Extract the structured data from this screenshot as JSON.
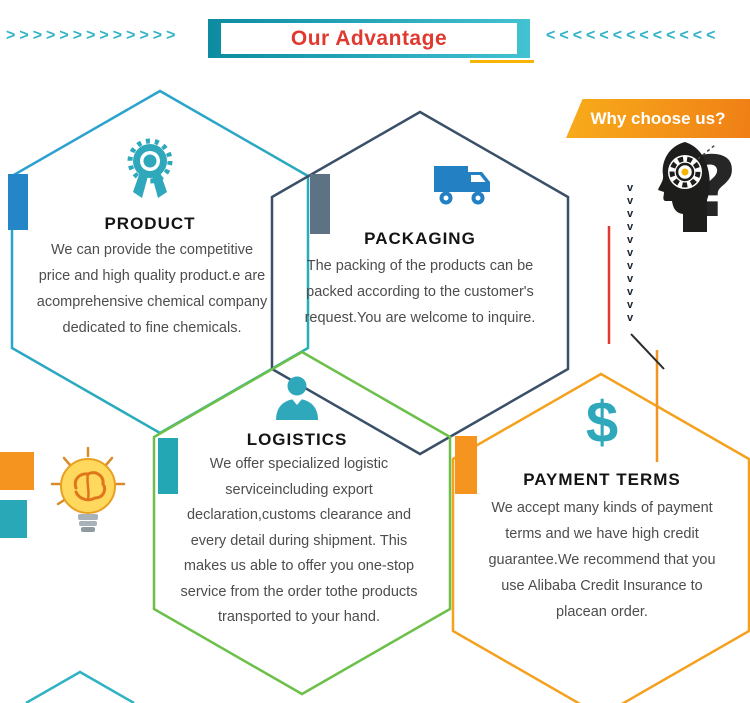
{
  "banner": {
    "title": "Our Advantage",
    "left_arrows": ">>>>>>>>>>>>>",
    "right_arrows": "<<<<<<<<<<<<<"
  },
  "why_choose_us": "Why choose us?",
  "sections": {
    "product": {
      "title": "PRODUCT",
      "body": "We can provide the competitive\nprice and high quality product.e are\nacomprehensive chemical company\ndedicated to fine chemicals.",
      "icon": "medal-icon"
    },
    "packaging": {
      "title": "PACKAGING",
      "body": "The packing of the products can be\npacked according to the customer's\nrequest.You are welcome to inquire.",
      "icon": "truck-icon"
    },
    "logistics": {
      "title": "LOGISTICS",
      "body": "We offer specialized logistic\nserviceincluding export\ndeclaration,customs clearance and\nevery detail during shipment. This\nmakes us able to offer you one-stop\nservice from the order tothe products\ntransported to your hand.",
      "icon": "person-icon"
    },
    "payment": {
      "title": "PAYMENT TERMS",
      "body": "We accept many kinds of payment\nterms and we have high credit\nguarantee.We recommend that you\nuse Alibaba Credit Insurance to\nplacean order.",
      "icon": "dollar-icon"
    }
  },
  "decorations": {
    "chevron_column": "v\nv\nv\nv\nv\nv\nv\nv\nv\nv\nv",
    "dollar_glyph": "$",
    "question_mark": "?"
  },
  "colors": {
    "teal": "#2fa8bc",
    "banner_red": "#e0392f",
    "orange": "#f5941e",
    "green": "#6cc04a",
    "navy": "#3a5068",
    "blue": "#2586c7",
    "yellow": "#f7b500"
  }
}
